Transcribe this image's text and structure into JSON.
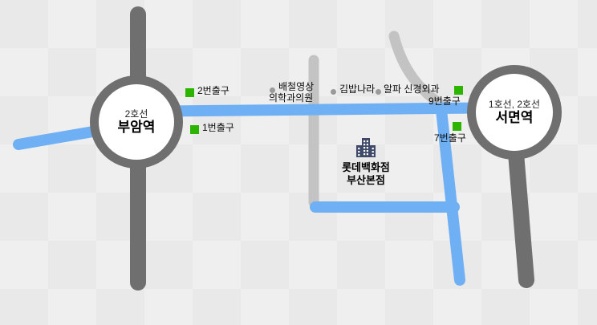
{
  "map": {
    "stations": {
      "left": {
        "line": "2호선",
        "name": "부암역"
      },
      "right": {
        "line": "1호선, 2호선",
        "name": "서면역"
      }
    },
    "exits": {
      "exit2": "2번출구",
      "exit1": "1번출구",
      "exit9": "9번출구",
      "exit7": "7번출구"
    },
    "pois": {
      "poi1_line1": "배철영상",
      "poi1_line2": "의학과의원",
      "poi2": "김밥나라",
      "poi3": "알파 신경외과"
    },
    "landmark": {
      "line1": "롯데백화점",
      "line2": "부산본점"
    }
  },
  "colors": {
    "map_bg": "#e9e9e9",
    "map_pattern": "#efefef",
    "route_blue": "#6fb0f4",
    "road_dark": "#6f6f6f",
    "road_light": "#c3c3c3",
    "exit_green": "#2db400",
    "poi_dot": "#9a9a9a",
    "landmark_icon": "#3e4a68"
  }
}
